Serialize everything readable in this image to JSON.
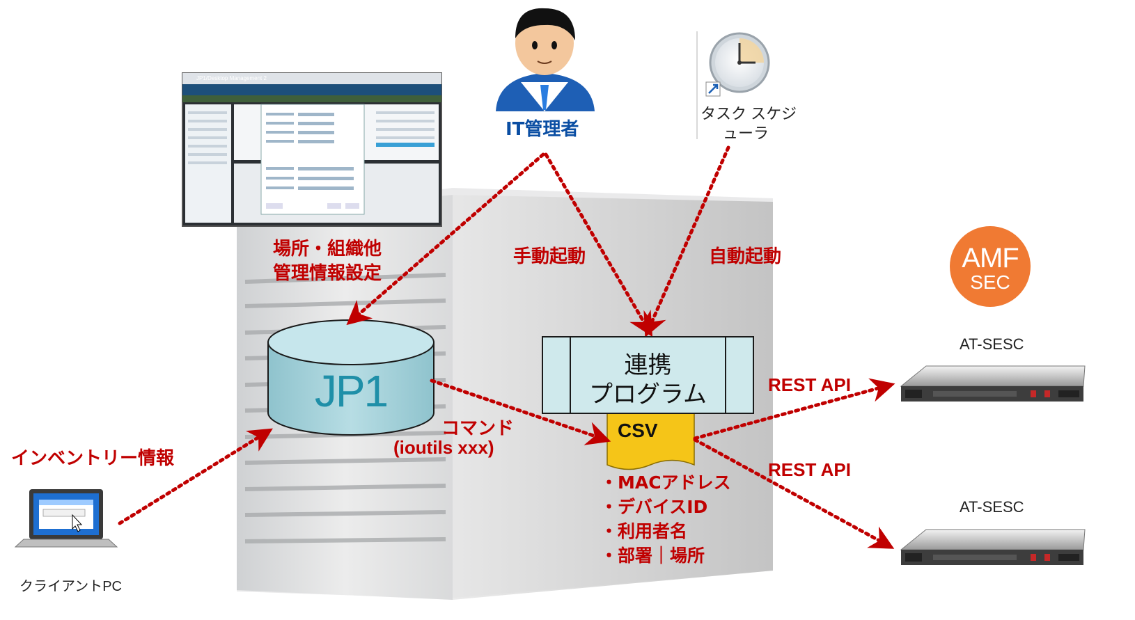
{
  "labels": {
    "admin": "IT管理者",
    "scheduler_line1": "タスク スケジ",
    "scheduler_line2": "ューラ",
    "location_line1": "場所・組織他",
    "location_line2": "管理情報設定",
    "manual_start": "手動起動",
    "auto_start": "自動起動",
    "jp1": "JP1",
    "program_line1": "連携",
    "program_line2": "プログラム",
    "csv": "CSV",
    "command_line1": "コマンド",
    "command_line2": "(ioutils xxx)",
    "inventory": "インベントリー情報",
    "client_pc": "クライアントPC",
    "rest_api_1": "REST API",
    "rest_api_2": "REST API",
    "appliance_1": "AT-SESC",
    "appliance_2": "AT-SESC",
    "amf_top": "AMF",
    "amf_bottom": "SEC",
    "screenshot_title": "JP1/Desktop Management 2"
  },
  "csv_fields": [
    "・MACアドレス",
    "・デバイスID",
    "・利用者名",
    "・部署｜場所"
  ],
  "colors": {
    "arrow": "#c00000",
    "label_red": "#c00000",
    "label_blue": "#0a4ea3",
    "db_fill": "#a9d4dc",
    "program_fill": "#cfe9ec",
    "csv_fill": "#f5c518",
    "amf": "#f07a33"
  }
}
